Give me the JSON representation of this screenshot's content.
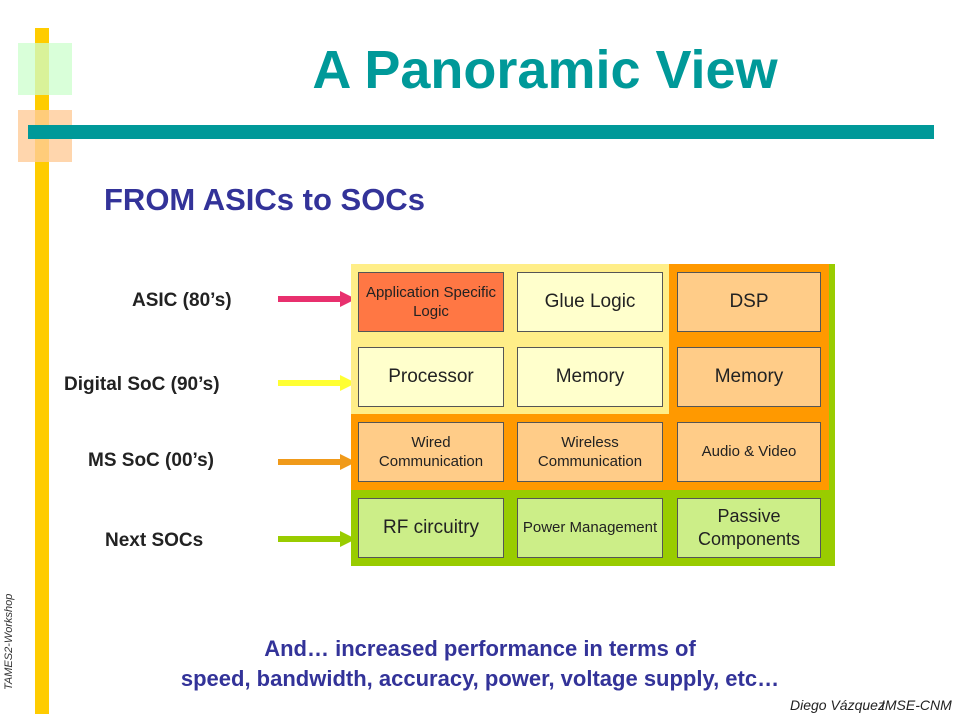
{
  "title": "A Panoramic View",
  "subtitle": "FROM ASICs to SOCs",
  "side_label": "TAMES2-Workshop",
  "rows": [
    {
      "label": "ASIC (80’s)",
      "arrow_color": "#e8306e"
    },
    {
      "label": "Digital SoC (90’s)",
      "arrow_color": "#ffff33"
    },
    {
      "label": "MS SoC (00’s)",
      "arrow_color": "#f09a1a"
    },
    {
      "label": "Next SOCs",
      "arrow_color": "#99cc00"
    }
  ],
  "blocks": {
    "application_specific_logic": "Application Specific Logic",
    "glue_logic": "Glue Logic",
    "dsp": "DSP",
    "processor": "Processor",
    "memory_1": "Memory",
    "memory_2": "Memory",
    "wired_communication": "Wired Communication",
    "wireless_communication": "Wireless Communication",
    "audio_video": "Audio & Video",
    "rf_circuitry": "RF circuitry",
    "power_management": "Power Management",
    "passive_components": "Passive Components"
  },
  "footer": {
    "line1": "And… increased performance in terms of",
    "line2": "speed, bandwidth, accuracy, power, voltage supply, etc…"
  },
  "credit": {
    "author": "Diego Vázquez",
    "institute": "IMSE-CNM"
  },
  "colors": {
    "accent_teal": "#009999",
    "title_blue": "#333399",
    "decor_yellow": "#ffcc00",
    "layer_green": "#99cc00",
    "layer_orange": "#ff9900",
    "layer_yellow": "#ffee88"
  }
}
